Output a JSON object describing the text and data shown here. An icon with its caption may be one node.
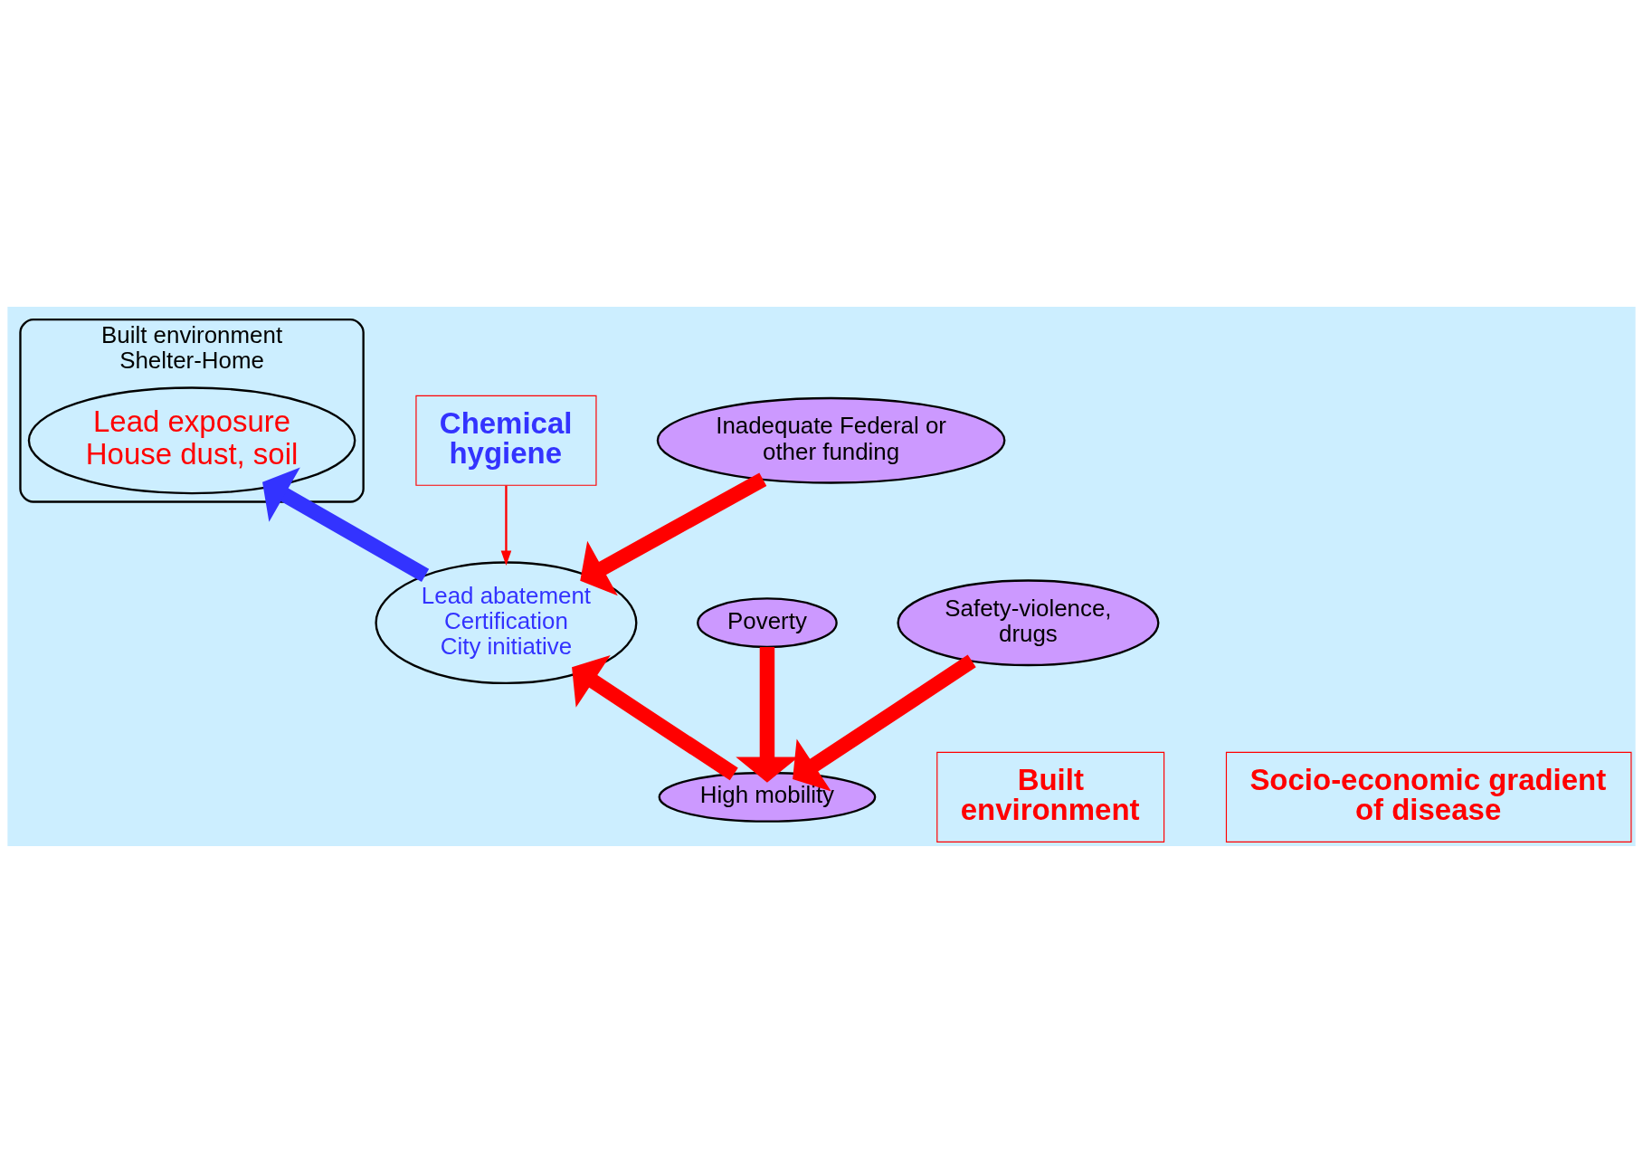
{
  "diagram": {
    "nodes": [
      {
        "text": [
          "Built environment",
          "Shelter-Home"
        ]
      },
      {
        "text": [
          "Lead exposure",
          "House dust, soil"
        ],
        "in": 0
      },
      {
        "text": [
          "Chemical hygiene"
        ]
      },
      {
        "text": [
          "Inadequate Federal or other funding"
        ]
      },
      {
        "text": [
          "Poverty"
        ]
      },
      {
        "text": [
          "Lead abatement",
          "Certification",
          "City initiative"
        ]
      },
      {
        "text": [
          "Safety-violence, drugs"
        ]
      },
      {
        "text": [
          "Built environment"
        ]
      },
      {
        "text": [
          "High mobility"
        ]
      },
      {
        "text": [
          "Socio-economic gradient of disease"
        ]
      }
    ],
    "edges": [
      {
        "from": 5,
        "to": 1,
        "arrow": "to",
        "color": "#3333ff"
      },
      {
        "from": 2,
        "to": 5,
        "arrow": "to"
      },
      {
        "from": 3,
        "to": 5,
        "arrow": "to"
      },
      {
        "from": 4,
        "to": 8,
        "arrow": "to"
      },
      {
        "from": 8,
        "to": 5,
        "arrow": "to"
      },
      {
        "from": 6,
        "to": 8,
        "arrow": "to"
      }
    ]
  }
}
